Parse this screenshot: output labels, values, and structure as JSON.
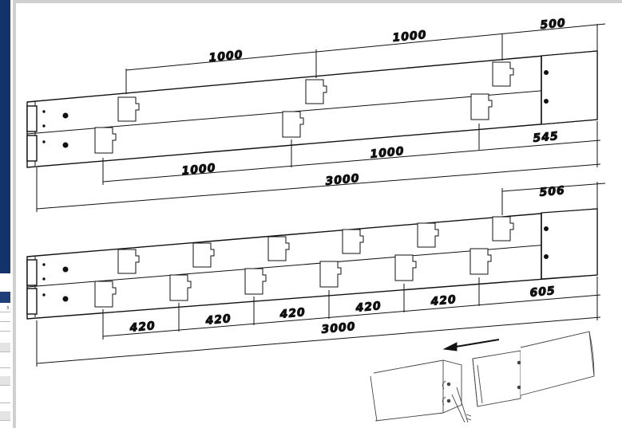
{
  "diagram": {
    "top_rail": {
      "upper_dimensions": [
        "1000",
        "1000",
        "500"
      ],
      "lower_dimensions": [
        "1000",
        "1000",
        "545"
      ],
      "overall_length": "3000"
    },
    "bottom_rail": {
      "upper_dimensions": [
        "506"
      ],
      "lower_dimensions": [
        "420",
        "420",
        "420",
        "420",
        "420",
        "605"
      ],
      "overall_length": "3000"
    },
    "left_table": {
      "cell_text": "3"
    }
  },
  "colors": {
    "line": "#111111",
    "navy": "#14336b",
    "border": "#cfcfcf"
  }
}
